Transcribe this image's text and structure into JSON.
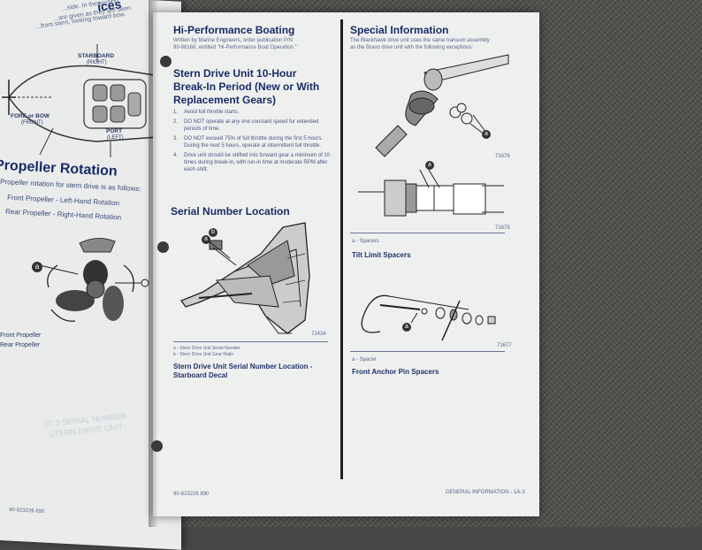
{
  "left_page": {
    "boat_labels": {
      "starboard": "STARBOARD",
      "starboard_sub": "(RIGHT)",
      "fore": "FORE or BOW",
      "fore_sub": "(FRONT)",
      "port": "PORT",
      "port_sub": "(LEFT)"
    },
    "top_fragment": [
      "...side. In the  section,",
      "...are given as they are seen",
      "...from stern, looking toward bow."
    ],
    "prop_title": "Propeller Rotation",
    "prop_intro": "Propeller rotation for stern drive is as follows:",
    "front_rotation": "Front Propeller - Left-Hand Rotation",
    "rear_rotation": "Rear Propeller - Right-Hand Rotation",
    "callout_a": "a",
    "front_prop": "Front Propeller",
    "rear_prop": "Rear Propeller",
    "footer": "90-823226 890"
  },
  "right_page": {
    "hp_title": "Hi-Performance Boating",
    "hp_body": [
      "Written by Marine Engineers, order publication P/N",
      "90-86168, entitled \"Hi-Performance Boat Operation.\""
    ],
    "sd_title": [
      "Stern Drive Unit 10-Hour",
      "Break-In Period (New or With",
      "Replacement Gears)"
    ],
    "steps": [
      {
        "num": "1.",
        "text": "Avoid full throttle starts."
      },
      {
        "num": "2.",
        "text": "DO NOT operate at any one constant speed for extended periods of time."
      },
      {
        "num": "3.",
        "text": "DO NOT exceed 75% of full throttle during the first 5 hours. During the next 5 hours, operate at intermittent full throttle."
      },
      {
        "num": "4.",
        "text": "Drive unit should be shifted into forward gear a minimum of 10 times during break-in, with run-in time at moderate RPM after each shift."
      }
    ],
    "sn_title": "Serial Number Location",
    "sn_figure_no": "72434",
    "sn_legend": [
      "a - Stern Drive Unit Serial Number",
      "b - Stern Drive Unit Gear Ratio"
    ],
    "sn_caption": [
      "Stern Drive Unit Serial Number Location -",
      "Starboard Decal"
    ],
    "callout_a": "a",
    "callout_b": "b",
    "si_title": "Special Information",
    "si_body": [
      "The Blackhawk drive unit uses the same transom assembly",
      "as the Bravo drive unit with the following exceptions:"
    ],
    "fig1_no": "71676",
    "fig2_no": "71675",
    "spacers_legend": "a - Spacers",
    "tilt_caption": "Tilt Limit Spacers",
    "fig3_no": "71677",
    "spacer_legend": "a - Spacer",
    "anchor_caption": "Front Anchor Pin Spacers",
    "footer_left": "90-823226 890",
    "footer_right": "GENERAL INFORMATION - 1A-3"
  }
}
